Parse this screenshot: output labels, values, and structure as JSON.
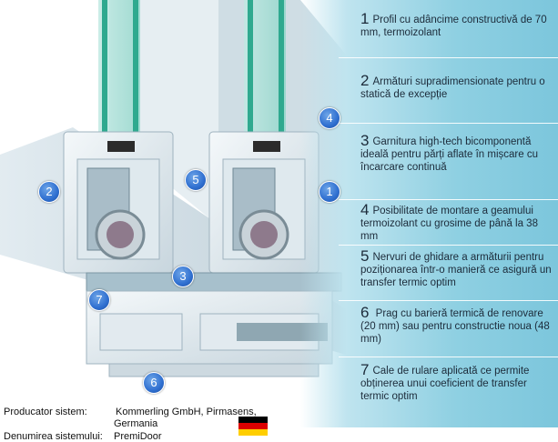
{
  "facts": [
    {
      "num": "1",
      "text": "Profil cu adâncime constructivă de 70 mm, termoizolant"
    },
    {
      "num": "2",
      "text": "Armături supradimensionate pentru o statică de excepție"
    },
    {
      "num": "3",
      "text": "Garnitura high-tech bicomponentă ideală pentru părți aflate în mișcare cu încarcare continuă"
    },
    {
      "num": "4",
      "text": "Posibilitate de montare a geamului termoizolant cu grosime de până la 38 mm"
    },
    {
      "num": "5",
      "text": "Nervuri de ghidare a armăturii pentru poziționarea într-o manieră ce asigură un transfer termic optim"
    },
    {
      "num": "6",
      "text": " Prag cu barieră termică de renovare (20 mm) sau pentru constructie noua (48 mm)"
    },
    {
      "num": "7",
      "text": "Cale de rulare aplicată ce permite obținerea unui coeficient de transfer termic optim"
    }
  ],
  "markers": [
    "1",
    "2",
    "3",
    "4",
    "5",
    "6",
    "7"
  ],
  "footer": {
    "producer_label": "Producator sistem:",
    "producer_value": "Kommerling GmbH, Pirmasens,",
    "producer_value2": "Germania",
    "system_label": "Denumirea sistemului:",
    "system_value": "PremiDoor"
  },
  "colors": {
    "marker": "#2f6fd0",
    "glass": "#2fa98f",
    "panel": "#8fd0e2"
  },
  "flag": {
    "colors": [
      "#000000",
      "#dd0000",
      "#ffce00"
    ]
  }
}
